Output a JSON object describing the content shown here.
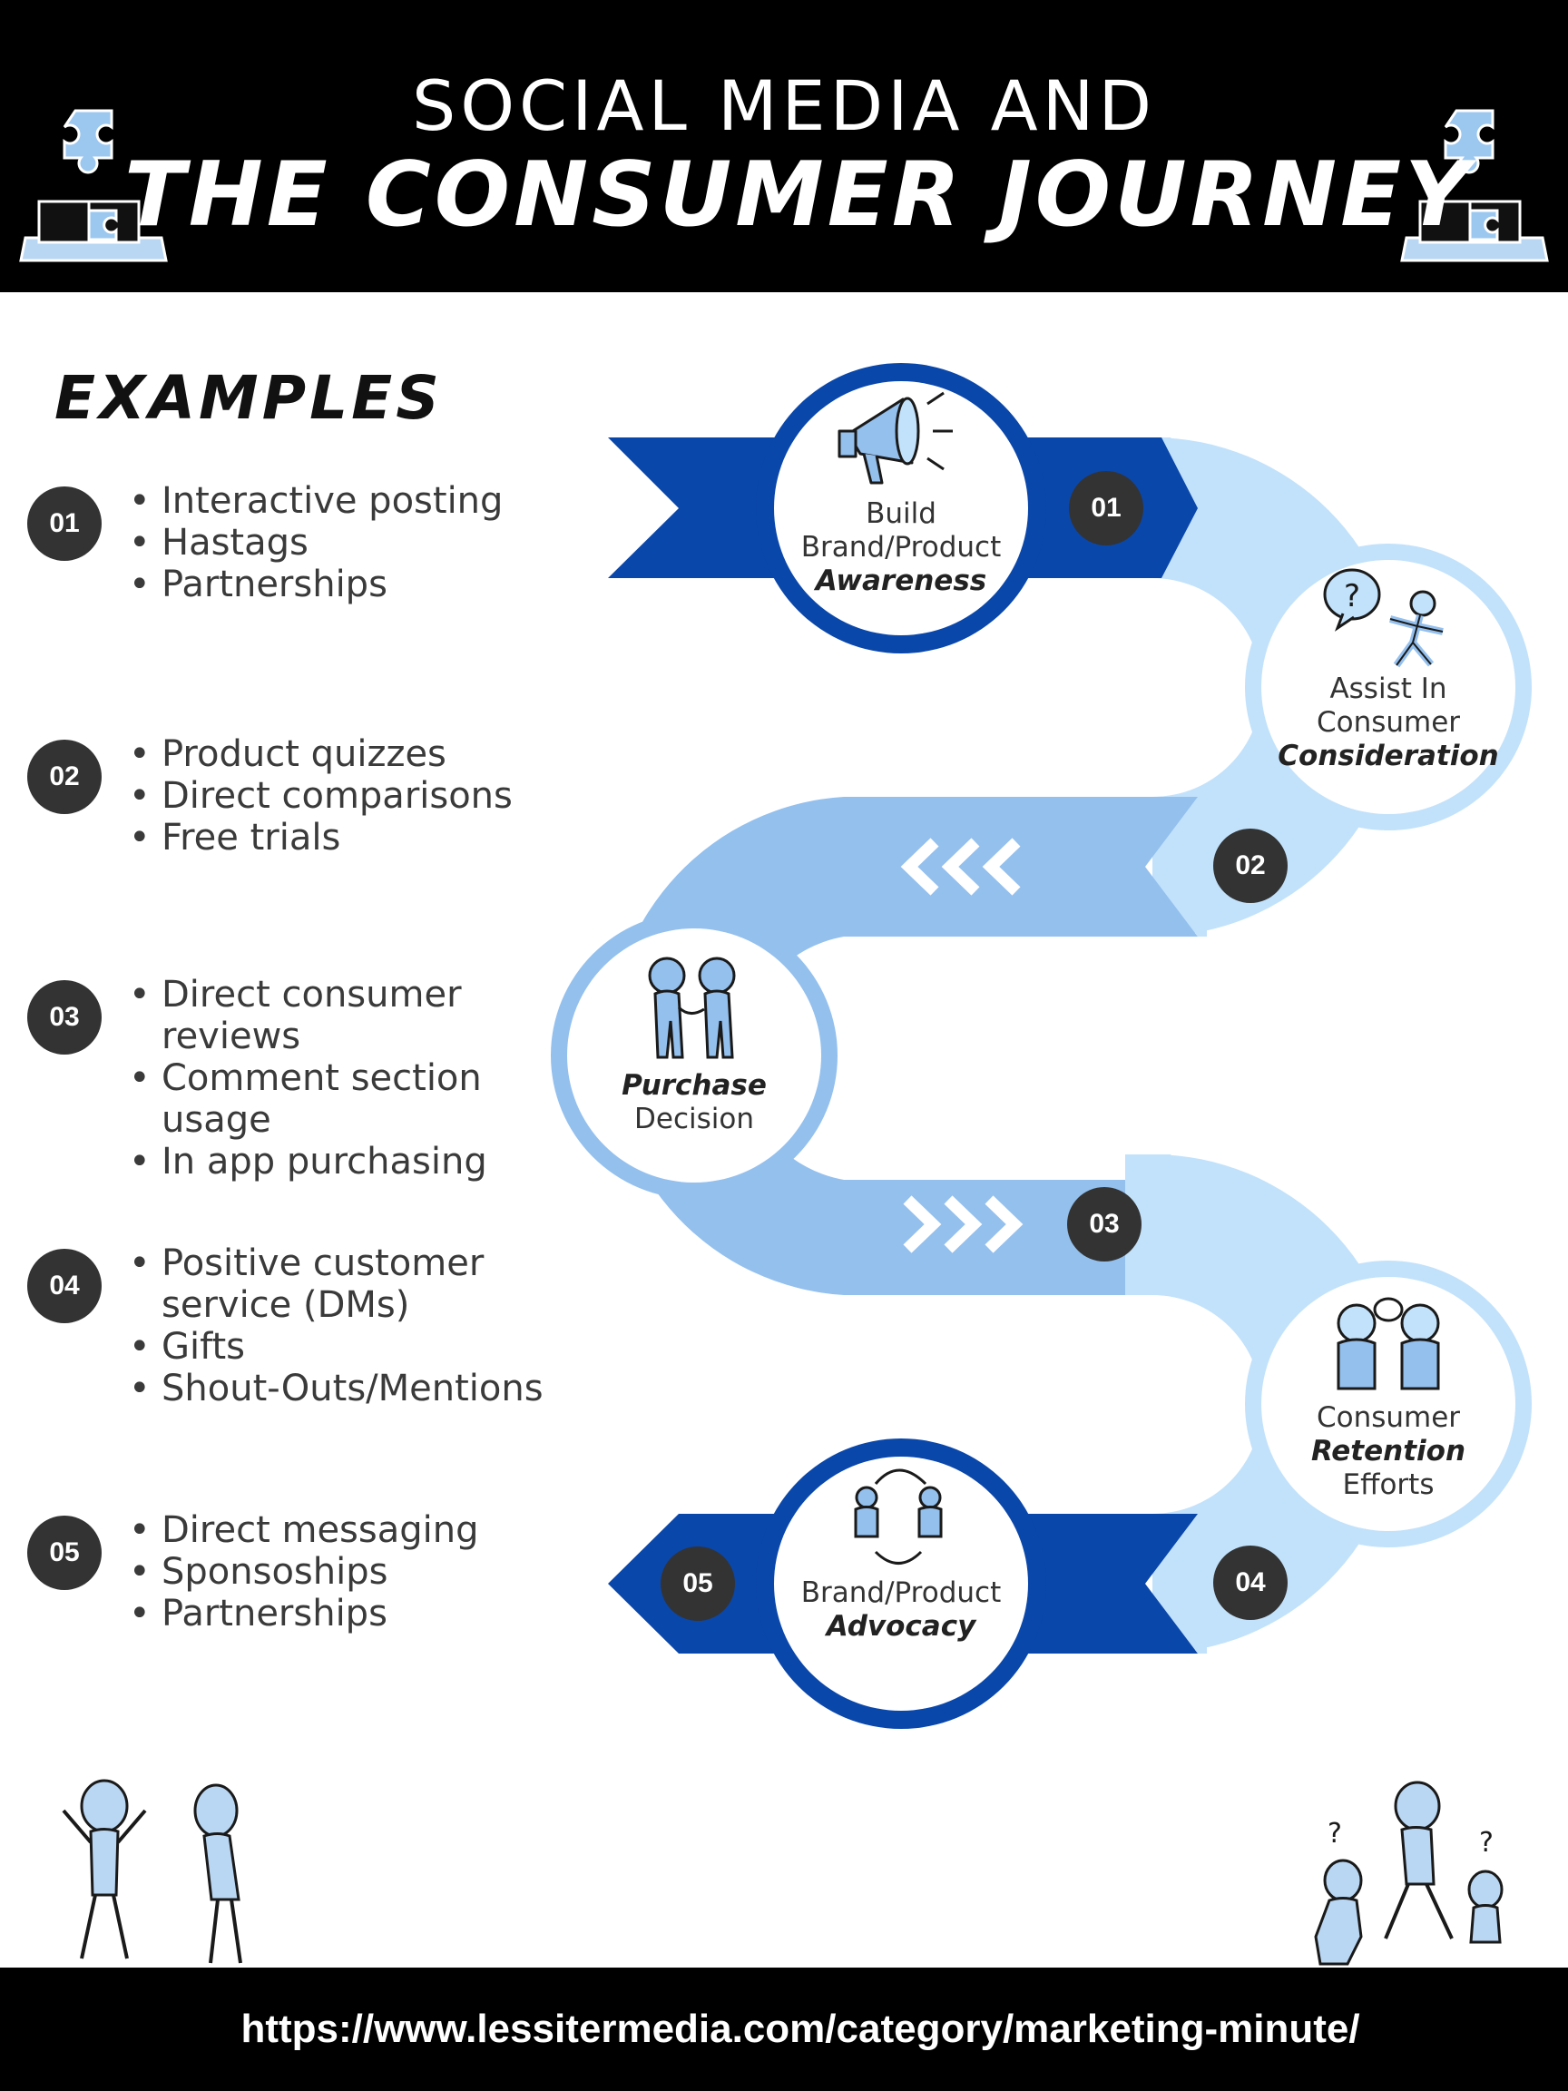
{
  "header": {
    "title_line1": "SOCIAL MEDIA AND",
    "title_line2": "THE CONSUMER JOURNEY"
  },
  "examples": {
    "title": "EXAMPLES",
    "groups": [
      {
        "number": "01",
        "items": [
          "Interactive posting",
          "Hastags",
          "Partnerships"
        ]
      },
      {
        "number": "02",
        "items": [
          "Product quizzes",
          "Direct comparisons",
          "Free trials"
        ]
      },
      {
        "number": "03",
        "items": [
          "Direct consumer reviews",
          "Comment section usage",
          "In app purchasing"
        ]
      },
      {
        "number": "04",
        "items": [
          "Positive customer service (DMs)",
          "Gifts",
          "Shout-Outs/Mentions"
        ]
      },
      {
        "number": "05",
        "items": [
          "Direct messaging",
          "Sponsoships",
          "Partnerships"
        ]
      }
    ]
  },
  "journey": {
    "steps": [
      {
        "number": "01",
        "line1": "Build",
        "line2": "Brand/Product",
        "emphasis": "Awareness",
        "icon": "megaphone-icon"
      },
      {
        "number": "02",
        "line1": "Assist In",
        "line2": "Consumer",
        "emphasis": "Consideration",
        "icon": "question-person-icon"
      },
      {
        "number": "03",
        "emphasis": "Purchase",
        "line2": "Decision",
        "icon": "handshake-icon"
      },
      {
        "number": "04",
        "line1": "Consumer",
        "emphasis": "Retention",
        "line3": "Efforts",
        "icon": "conversation-icon"
      },
      {
        "number": "05",
        "line1": "Brand/Product",
        "emphasis": "Advocacy",
        "icon": "exchange-people-icon"
      }
    ]
  },
  "colors": {
    "dark_blue": "#0a47aa",
    "mid_blue": "#94c0ee",
    "light_blue": "#c2e2fb",
    "badge": "#333333",
    "header_bg": "#000000"
  },
  "footer": {
    "url": "https://www.lessitermedia.com/category/marketing-minute/"
  }
}
